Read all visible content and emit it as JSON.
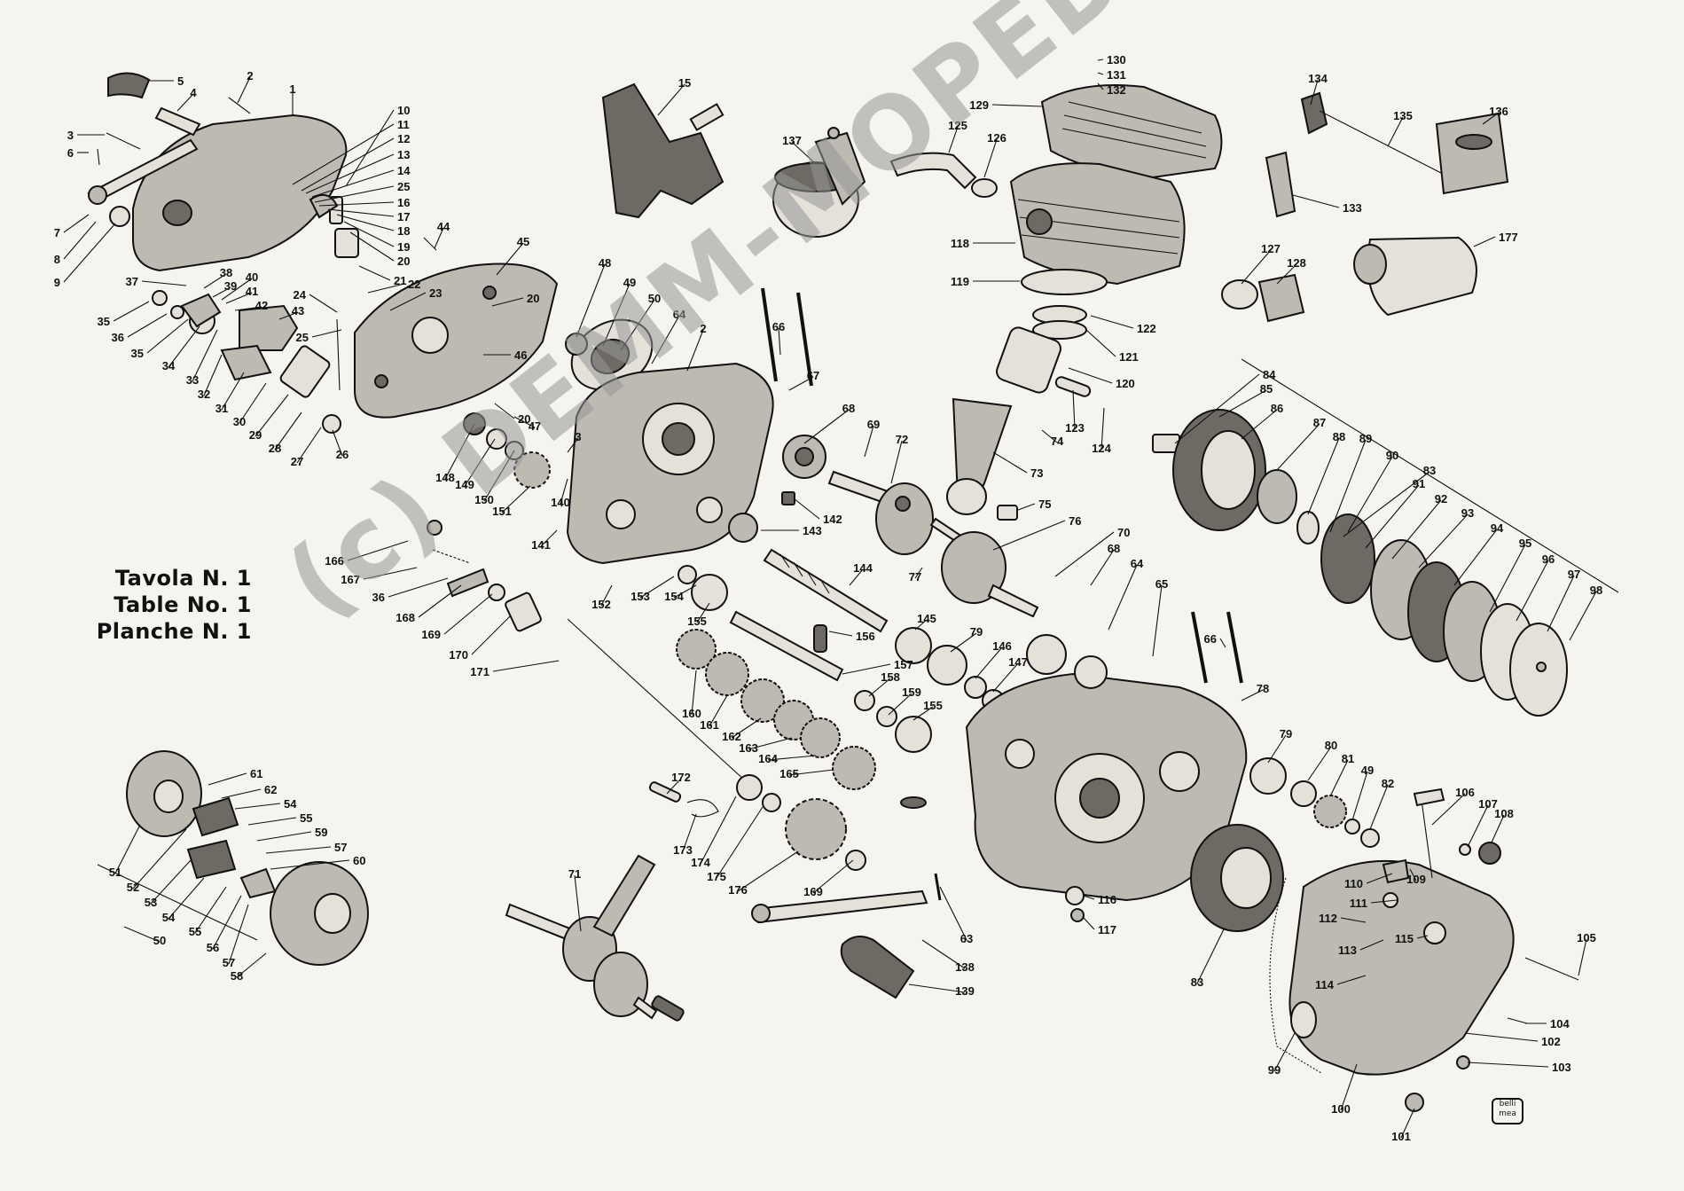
{
  "titles": [
    "Tavola N. 1",
    "Table No. 1",
    "Planche N. 1"
  ],
  "watermark": "(c) DEMM-MOPEDS-DE",
  "logo_text": "belli\nmea",
  "callouts": [
    {
      "n": "1"
    },
    {
      "n": "2"
    },
    {
      "n": "3"
    },
    {
      "n": "4"
    },
    {
      "n": "5"
    },
    {
      "n": "6"
    },
    {
      "n": "7"
    },
    {
      "n": "8"
    },
    {
      "n": "9"
    },
    {
      "n": "10"
    },
    {
      "n": "11"
    },
    {
      "n": "12"
    },
    {
      "n": "13"
    },
    {
      "n": "14"
    },
    {
      "n": "25"
    },
    {
      "n": "16"
    },
    {
      "n": "17"
    },
    {
      "n": "18"
    },
    {
      "n": "19"
    },
    {
      "n": "20"
    },
    {
      "n": "21"
    },
    {
      "n": "22"
    },
    {
      "n": "23"
    },
    {
      "n": "24"
    },
    {
      "n": "25"
    },
    {
      "n": "26"
    },
    {
      "n": "27"
    },
    {
      "n": "28"
    },
    {
      "n": "29"
    },
    {
      "n": "30"
    },
    {
      "n": "31"
    },
    {
      "n": "32"
    },
    {
      "n": "33"
    },
    {
      "n": "34"
    },
    {
      "n": "35"
    },
    {
      "n": "36"
    },
    {
      "n": "35"
    },
    {
      "n": "37"
    },
    {
      "n": "38"
    },
    {
      "n": "39"
    },
    {
      "n": "40"
    },
    {
      "n": "41"
    },
    {
      "n": "42"
    },
    {
      "n": "43"
    },
    {
      "n": "44"
    },
    {
      "n": "45"
    },
    {
      "n": "46"
    },
    {
      "n": "20"
    },
    {
      "n": "20"
    },
    {
      "n": "47"
    },
    {
      "n": "48"
    },
    {
      "n": "49"
    },
    {
      "n": "50"
    },
    {
      "n": "64"
    },
    {
      "n": "2"
    },
    {
      "n": "66"
    },
    {
      "n": "67"
    },
    {
      "n": "3"
    },
    {
      "n": "148"
    },
    {
      "n": "149"
    },
    {
      "n": "150"
    },
    {
      "n": "151"
    },
    {
      "n": "140"
    },
    {
      "n": "141"
    },
    {
      "n": "15"
    },
    {
      "n": "137"
    },
    {
      "n": "125"
    },
    {
      "n": "126"
    },
    {
      "n": "129"
    },
    {
      "n": "130"
    },
    {
      "n": "131"
    },
    {
      "n": "132"
    },
    {
      "n": "118"
    },
    {
      "n": "119"
    },
    {
      "n": "122"
    },
    {
      "n": "121"
    },
    {
      "n": "120"
    },
    {
      "n": "123"
    },
    {
      "n": "74"
    },
    {
      "n": "124"
    },
    {
      "n": "127"
    },
    {
      "n": "128"
    },
    {
      "n": "133"
    },
    {
      "n": "134"
    },
    {
      "n": "135"
    },
    {
      "n": "136"
    },
    {
      "n": "177"
    },
    {
      "n": "68"
    },
    {
      "n": "69"
    },
    {
      "n": "72"
    },
    {
      "n": "73"
    },
    {
      "n": "75"
    },
    {
      "n": "142"
    },
    {
      "n": "143"
    },
    {
      "n": "144"
    },
    {
      "n": "76"
    },
    {
      "n": "77"
    },
    {
      "n": "70"
    },
    {
      "n": "68"
    },
    {
      "n": "64"
    },
    {
      "n": "65"
    },
    {
      "n": "166"
    },
    {
      "n": "167"
    },
    {
      "n": "36"
    },
    {
      "n": "168"
    },
    {
      "n": "169"
    },
    {
      "n": "170"
    },
    {
      "n": "171"
    },
    {
      "n": "153"
    },
    {
      "n": "152"
    },
    {
      "n": "154"
    },
    {
      "n": "155"
    },
    {
      "n": "156"
    },
    {
      "n": "145"
    },
    {
      "n": "79"
    },
    {
      "n": "146"
    },
    {
      "n": "147"
    },
    {
      "n": "157"
    },
    {
      "n": "158"
    },
    {
      "n": "159"
    },
    {
      "n": "155"
    },
    {
      "n": "160"
    },
    {
      "n": "161"
    },
    {
      "n": "162"
    },
    {
      "n": "163"
    },
    {
      "n": "164"
    },
    {
      "n": "165"
    },
    {
      "n": "66"
    },
    {
      "n": "78"
    },
    {
      "n": "84"
    },
    {
      "n": "85"
    },
    {
      "n": "86"
    },
    {
      "n": "87"
    },
    {
      "n": "88"
    },
    {
      "n": "89"
    },
    {
      "n": "90"
    },
    {
      "n": "83"
    },
    {
      "n": "91"
    },
    {
      "n": "92"
    },
    {
      "n": "93"
    },
    {
      "n": "94"
    },
    {
      "n": "95"
    },
    {
      "n": "96"
    },
    {
      "n": "97"
    },
    {
      "n": "98"
    },
    {
      "n": "61"
    },
    {
      "n": "62"
    },
    {
      "n": "54"
    },
    {
      "n": "55"
    },
    {
      "n": "59"
    },
    {
      "n": "57"
    },
    {
      "n": "60"
    },
    {
      "n": "51"
    },
    {
      "n": "52"
    },
    {
      "n": "53"
    },
    {
      "n": "54"
    },
    {
      "n": "55"
    },
    {
      "n": "56"
    },
    {
      "n": "57"
    },
    {
      "n": "50"
    },
    {
      "n": "58"
    },
    {
      "n": "172"
    },
    {
      "n": "173"
    },
    {
      "n": "174"
    },
    {
      "n": "175"
    },
    {
      "n": "176"
    },
    {
      "n": "169"
    },
    {
      "n": "71"
    },
    {
      "n": "63"
    },
    {
      "n": "138"
    },
    {
      "n": "139"
    },
    {
      "n": "79"
    },
    {
      "n": "80"
    },
    {
      "n": "81"
    },
    {
      "n": "49"
    },
    {
      "n": "82"
    },
    {
      "n": "116"
    },
    {
      "n": "117"
    },
    {
      "n": "83"
    },
    {
      "n": "106"
    },
    {
      "n": "107"
    },
    {
      "n": "108"
    },
    {
      "n": "109"
    },
    {
      "n": "110"
    },
    {
      "n": "111"
    },
    {
      "n": "112"
    },
    {
      "n": "113"
    },
    {
      "n": "115"
    },
    {
      "n": "114"
    },
    {
      "n": "105"
    },
    {
      "n": "104"
    },
    {
      "n": "99"
    },
    {
      "n": "102"
    },
    {
      "n": "103"
    },
    {
      "n": "100"
    },
    {
      "n": "101"
    }
  ]
}
